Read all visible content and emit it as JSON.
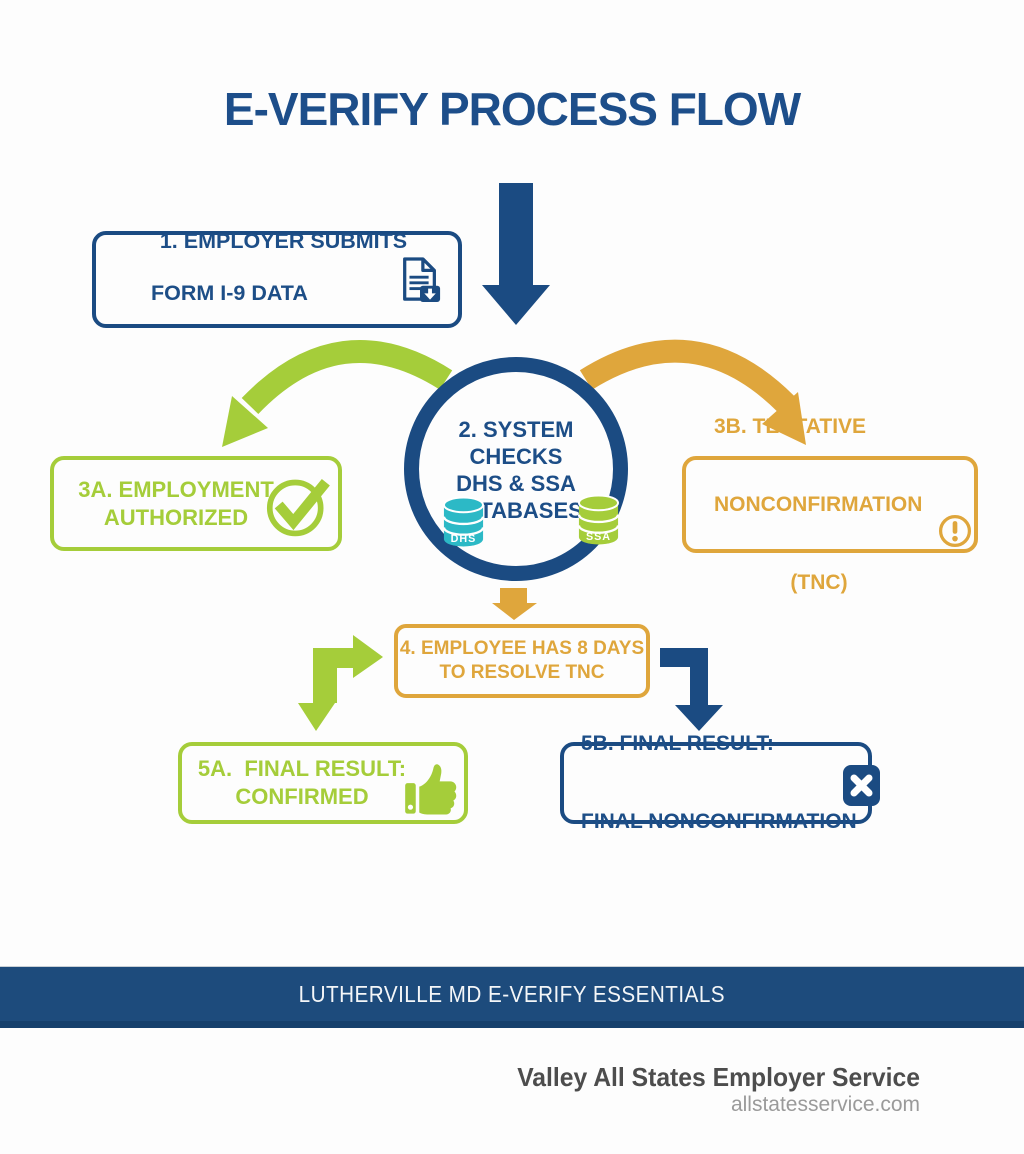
{
  "title": "E-VERIFY PROCESS FLOW",
  "flow": {
    "step1": {
      "lines": [
        "1. EMPLOYER SUBMITS",
        "FORM I-9 DATA"
      ],
      "icon": "document-download-icon"
    },
    "step2": {
      "text": "2. SYSTEM\nCHECKS\nDHS & SSA\nDATABASES",
      "db_left_label": "DHS",
      "db_right_label": "SSA",
      "icons": [
        "database-icon",
        "database-icon"
      ]
    },
    "step3a": {
      "text": "3A. EMPLOYMENT\nAUTHORIZED",
      "icon": "check-circle-icon"
    },
    "step3b": {
      "lines": [
        "3B. TENTATIVE",
        "NONCONFIRMATION",
        "(TNC)"
      ],
      "icon": "exclamation-circle-icon"
    },
    "step4": {
      "text": "4. EMPLOYEE HAS 8 DAYS\nTO RESOLVE TNC"
    },
    "step5a": {
      "text": "5A.  FINAL RESULT:\nCONFIRMED",
      "icon": "thumbs-up-icon"
    },
    "step5b": {
      "lines": [
        "5B. FINAL RESULT:",
        "FINAL NONCONFIRMATION"
      ],
      "icon": "x-square-icon"
    }
  },
  "banner": {
    "text": "LUTHERVILLE MD E-VERIFY ESSENTIALS"
  },
  "footer": {
    "company": "Valley All States Employer Service",
    "website": "allstatesservice.com"
  },
  "colors": {
    "navy": "#1b4b82",
    "navy_text": "#1d4e87",
    "green": "#a5cd3a",
    "orange": "#dfa63c",
    "teal": "#2cb9c6",
    "banner_bg": "#1d4b7c"
  }
}
